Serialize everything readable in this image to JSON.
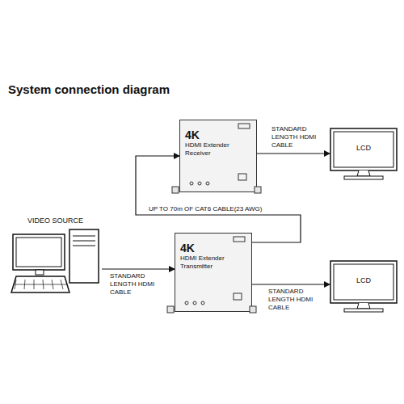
{
  "diagram": {
    "title": "System connection diagram",
    "nodes": [
      {
        "text": [
          "4K",
          "HDMI Extender",
          "Receiver"
        ]
      },
      {
        "text": [
          "LCD"
        ]
      },
      {
        "text": [
          "VIDEO SOURCE"
        ]
      },
      {
        "text": [
          "4K",
          "HDMI Extender",
          "Transmitter"
        ]
      },
      {
        "text": [
          "LCD"
        ]
      }
    ],
    "edges": [
      {
        "from": 2,
        "to": 3,
        "label": "STANDARD LENGTH HDMI CABLE",
        "arrow": "to"
      },
      {
        "from": 3,
        "to": 0,
        "label": "UP TO 70m OF CAT6 CABLE(23 AWG)",
        "arrow": "to"
      },
      {
        "from": 0,
        "to": 1,
        "label": "STANDARD LENGTH HDMI CABLE",
        "arrow": "to"
      },
      {
        "from": 3,
        "to": 4,
        "label": "STANDARD LENGTH HDMI CABLE",
        "arrow": "to"
      }
    ]
  }
}
